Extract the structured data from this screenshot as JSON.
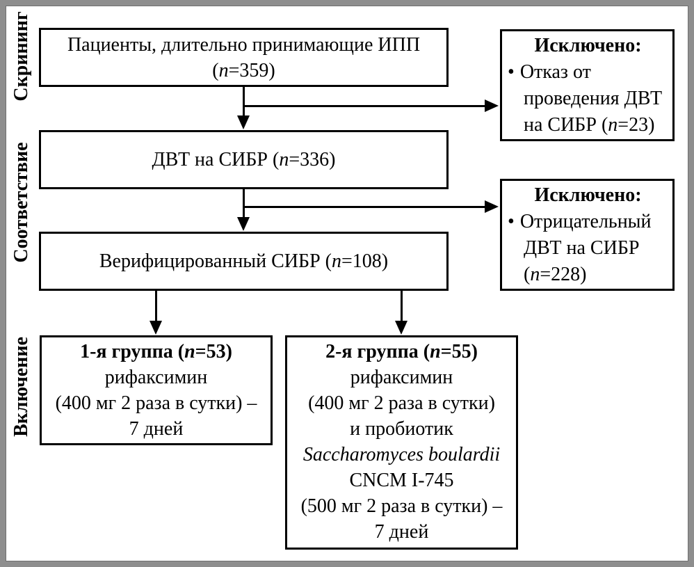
{
  "diagram": {
    "type": "consort-flowchart",
    "palette": {
      "line": "#000000",
      "background": "#ffffff",
      "frame_border": "#8e8e8e"
    },
    "stage_labels": {
      "screening": "Скрининг",
      "eligibility": "Соответствие",
      "inclusion": "Включение"
    },
    "boxes": {
      "patients": {
        "line1": "Пациенты, длительно принимающие ИПП",
        "n_pre": "(",
        "n": "n",
        "n_post": "=359)"
      },
      "dbt": {
        "pre": "ДВТ на СИБР (",
        "n": "n",
        "post": "=336)"
      },
      "verified": {
        "pre": "Верифицированный СИБР (",
        "n": "n",
        "post": "=108)"
      },
      "excluded1": {
        "title": "Исключено:",
        "bullet": "•",
        "line1": "Отказ от",
        "line2": "проведения ДВТ",
        "line3_pre": "на СИБР (",
        "n": "n",
        "line3_post": "=23)"
      },
      "excluded2": {
        "title": "Исключено:",
        "bullet": "•",
        "line1": "Отрицательный",
        "line2": "ДВТ на СИБР",
        "line3_pre": "(",
        "n": "n",
        "line3_post": "=228)"
      },
      "group1": {
        "title_pre": "1-я группа (",
        "n": "n",
        "title_post": "=53)",
        "line2": "рифаксимин",
        "line3": "(400 мг 2 раза в сутки) –",
        "line4": "7 дней"
      },
      "group2": {
        "title_pre": "2-я группа (",
        "n": "n",
        "title_post": "=55)",
        "line2": "рифаксимин",
        "line3": "(400 мг 2 раза в сутки)",
        "line4": "и пробиотик",
        "line5": "Saccharomyces boulardii",
        "line6": "CNCM I-745",
        "line7": "(500 мг 2 раза в сутки) –",
        "line8": "7 дней"
      }
    }
  }
}
